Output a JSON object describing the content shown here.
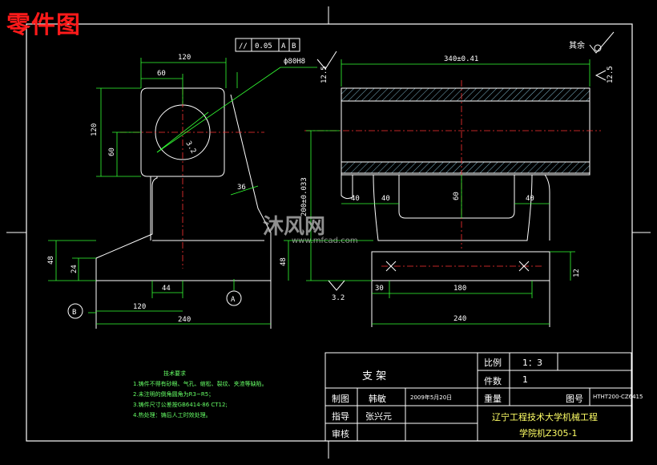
{
  "title": "零件图",
  "watermark": {
    "main": "沐风网",
    "sub": "www.mfcad.com"
  },
  "dims": {
    "d120_top": "120",
    "d60_top": "60",
    "d120_left": "120",
    "d60_left": "60",
    "d32": "3.2",
    "d36": "36",
    "d48_l": "48",
    "d24": "24",
    "d44": "44",
    "d120_bot": "120",
    "d240_l": "240",
    "d240_r": "240",
    "d48_r": "48",
    "d200": "200±0.033",
    "d40a": "40",
    "d40b": "40",
    "d60_r": "60",
    "d40c": "40",
    "d30": "30",
    "d180": "180",
    "d12": "12",
    "d12_5a": "12.5",
    "d12_5b": "12.5",
    "d340": "340±0.41",
    "d3_2b": "3.2"
  },
  "tolerance": {
    "sym": "//",
    "val": "0.05",
    "a": "A",
    "b": "B"
  },
  "bore": "ф80H8",
  "datum": {
    "a": "A",
    "b": "B"
  },
  "rest": "其余",
  "notes": {
    "heading": "技术要求",
    "lines": [
      "1.铸件不得有砂眼、气孔、缩松、裂纹、夹渣等缺陷。",
      "2.未注明的倒角圆角为R3~R5；",
      "3.铸件尺寸公差按GB6414-86  CT12;",
      "4.热处理：铸后人工时效处理。"
    ]
  },
  "titleblock": {
    "name": "支  架",
    "scale_label": "比例",
    "scale": "1：3",
    "qty_label": "件数",
    "qty": "1",
    "weight_label": "重量",
    "drawn_label": "制图",
    "drawn": "韩敏",
    "drawn_date": "2009年5月20日",
    "check_label": "指导",
    "check": "张兴元",
    "audit_label": "审核",
    "drawing_no_label": "图号",
    "drawing_no": "HTHT200-CZ6415",
    "school1": "辽宁工程技术大学机械工程",
    "school2": "学院机Z305-1"
  }
}
